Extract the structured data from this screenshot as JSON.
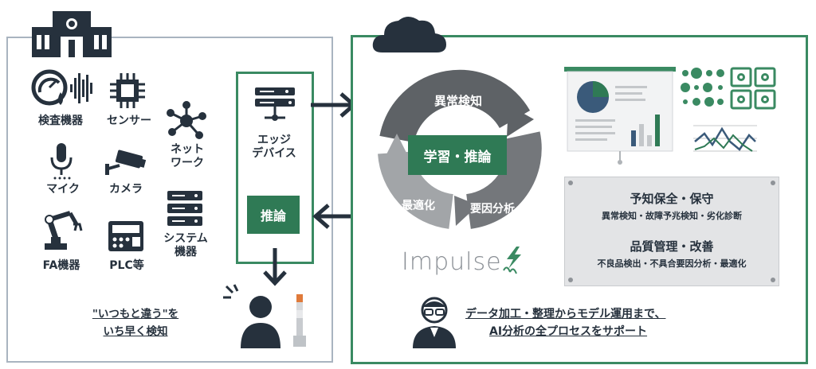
{
  "factory": {
    "devices": {
      "inspection": "検査機器",
      "sensor": "センサー",
      "network_1": "ネット",
      "network_2": "ワーク",
      "mic": "マイク",
      "camera": "カメラ",
      "system_1": "システム",
      "system_2": "機器",
      "fa": "FA機器",
      "plc": "PLC等"
    },
    "edge": {
      "line1": "エッジ",
      "line2": "デバイス",
      "inference": "推論"
    },
    "detect": {
      "line1": "\"いつもと違う\"を",
      "line2": "いち早く検知"
    }
  },
  "cloud": {
    "cycle": {
      "top": "異常検知",
      "center": "学習・推論",
      "left": "最適化",
      "right": "要因分析"
    },
    "brand": "Impulse",
    "panel": {
      "h1": "予知保全・保守",
      "s1": "異常検知・故障予兆検知・劣化診断",
      "h2": "品質管理・改善",
      "s2": "不良品検出・不具合要因分析・最適化"
    },
    "support": {
      "line1": "データ加工・整理からモデル運用まで、",
      "line2": "AI分析の全プロセスをサポート"
    }
  },
  "colors": {
    "green": "#2f7a55",
    "navy": "#26313d",
    "gray_ring": "#6b6e72",
    "border_gray": "#a9b4c0"
  }
}
